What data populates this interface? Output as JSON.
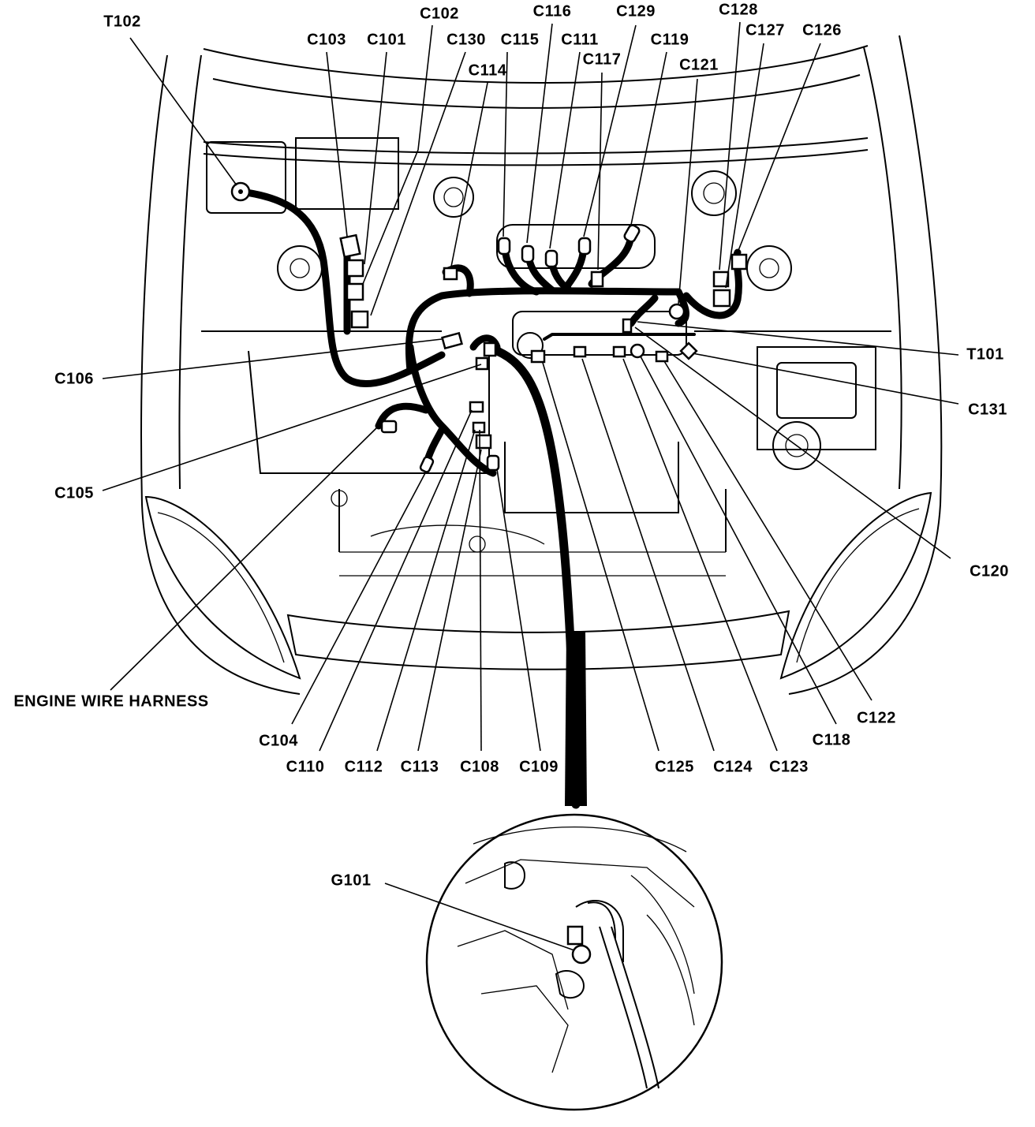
{
  "figure": {
    "harness_label": "ENGINE WIRE HARNESS",
    "inset_label": "G101"
  },
  "labels": {
    "T102": "T102",
    "C103": "C103",
    "C101": "C101",
    "C102": "C102",
    "C130": "C130",
    "C114": "C114",
    "C115": "C115",
    "C116": "C116",
    "C111": "C111",
    "C117": "C117",
    "C129": "C129",
    "C119": "C119",
    "C121": "C121",
    "C128": "C128",
    "C127": "C127",
    "C126": "C126",
    "C106": "C106",
    "T101": "T101",
    "C131": "C131",
    "C105": "C105",
    "C120": "C120",
    "C104": "C104",
    "C110": "C110",
    "C112": "C112",
    "C113": "C113",
    "C108": "C108",
    "C109": "C109",
    "C125": "C125",
    "C124": "C124",
    "C123": "C123",
    "C118": "C118",
    "C122": "C122"
  }
}
